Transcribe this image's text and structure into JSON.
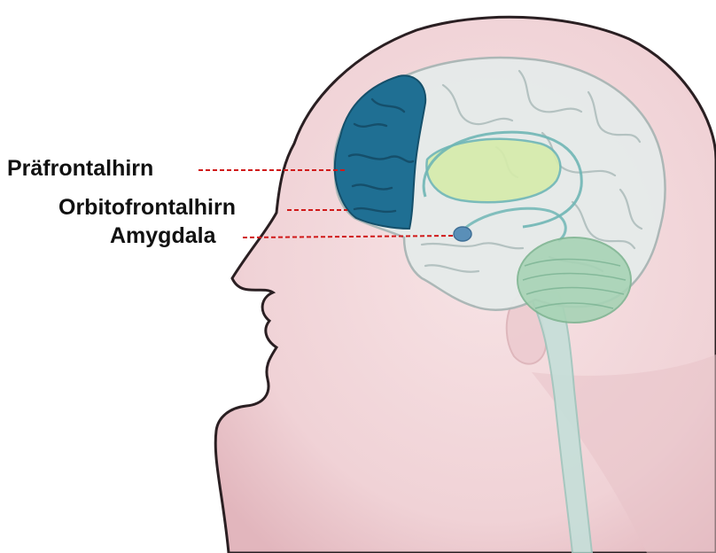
{
  "labels": [
    {
      "text": "Präfrontalhirn",
      "region": "prefrontal-cortex"
    },
    {
      "text": "Orbitofrontalhirn",
      "region": "orbitofrontal-cortex"
    },
    {
      "text": "Amygdala",
      "region": "amygdala"
    }
  ],
  "colors": {
    "background": "#ffffff",
    "skin": "#f2d7da",
    "skin_shadow": "#e3b9bf",
    "head_outline": "#2a1f22",
    "brain": "#e6ebea",
    "brain_outline": "#a9b6b5",
    "gyri": "#b4c2c1",
    "prefrontal": "#1f6f93",
    "prefrontal_gyri": "#154f6b",
    "limbic_yellow": "#d6ecaa",
    "limbic_outline": "#6fb6b5",
    "cerebellum": "#a7d3b5",
    "brainstem": "#c5dfd9",
    "amygdala": "#5a8fb8",
    "leader_line": "#d01919",
    "label_text": "#111111"
  }
}
